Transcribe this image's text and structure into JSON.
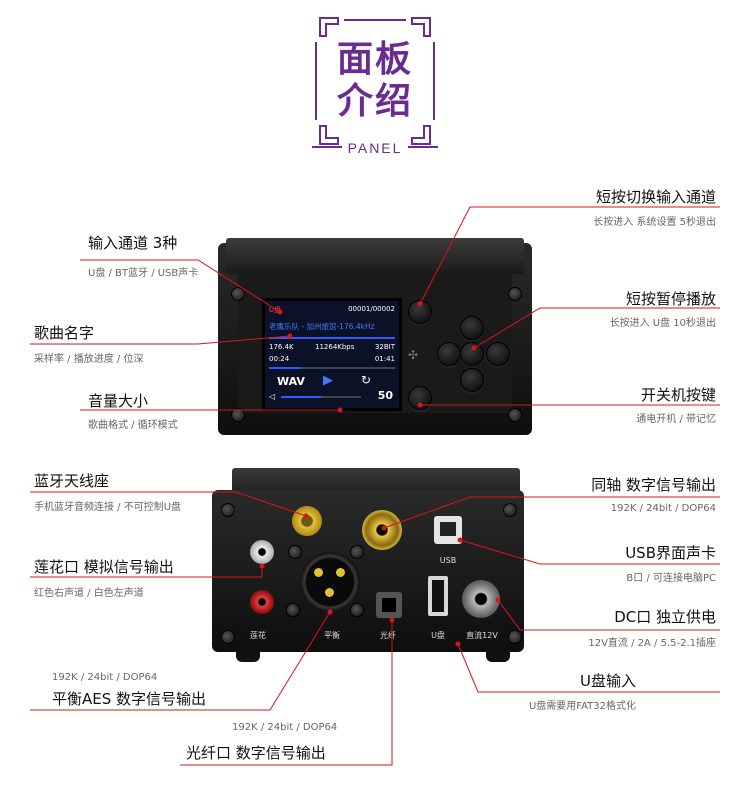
{
  "header": {
    "title_line1": "面板",
    "title_line2": "介绍",
    "subtitle": "PANEL"
  },
  "screen": {
    "source": "U盘",
    "track_index": "00001/00002",
    "song": "老鹰乐队 - 加州旅馆-176.4kHz",
    "sample_rate": "176.4K",
    "bitrate": "11264Kbps",
    "bit_depth": "32BIT",
    "time_elapsed": "00:24",
    "time_total": "01:41",
    "format": "WAV",
    "volume": "50",
    "progress": 0.25,
    "volume_level": 0.5
  },
  "labels": {
    "input_channel": {
      "title": "输入通道 3种",
      "sub": "U盘 / BT蓝牙 / USB声卡"
    },
    "song_name": {
      "title": "歌曲名字",
      "sub": "采样率 / 播放进度 / 位深"
    },
    "volume": {
      "title": "音量大小",
      "sub": "歌曲格式 / 循环模式"
    },
    "short_press_switch": {
      "title": "短按切换输入通道",
      "sub": "长按进入 系统设置 5秒退出"
    },
    "short_press_pause": {
      "title": "短按暂停播放",
      "sub": "长按进入 U盘 10秒退出"
    },
    "power_button": {
      "title": "开关机按键",
      "sub": "通电开机 / 带记忆"
    },
    "bt_antenna": {
      "title": "蓝牙天线座",
      "sub": "手机蓝牙音频连接 / 不可控制U盘"
    },
    "rca_analog": {
      "title": "莲花口 模拟信号输出",
      "sub": "红色右声道 / 白色左声道"
    },
    "coaxial": {
      "title": "同轴 数字信号输出",
      "sub": "192K / 24bit / DOP64"
    },
    "usb_card": {
      "title": "USB界面声卡",
      "sub": "B口 / 可连接电脑PC"
    },
    "dc_power": {
      "title": "DC口 独立供电",
      "sub": "12V直流 / 2A / 5.5-2.1插座"
    },
    "aes": {
      "title": "平衡AES 数字信号输出",
      "sub": "192K / 24bit / DOP64"
    },
    "usb_disk": {
      "title": "U盘输入",
      "sub": "U盘需要用FAT32格式化"
    },
    "optical": {
      "title": "光纤口 数字信号输出",
      "sub": "192K / 24bit / DOP64"
    }
  },
  "ports": {
    "usb_label": "USB",
    "rca": "莲花",
    "xlr": "平衡",
    "optical": "光纤",
    "udisk": "U盘",
    "dc": "直流12V"
  },
  "colors": {
    "accent": "#6a2c91",
    "leader_line": "#d9141b",
    "screen_blue": "#2b5cff"
  }
}
